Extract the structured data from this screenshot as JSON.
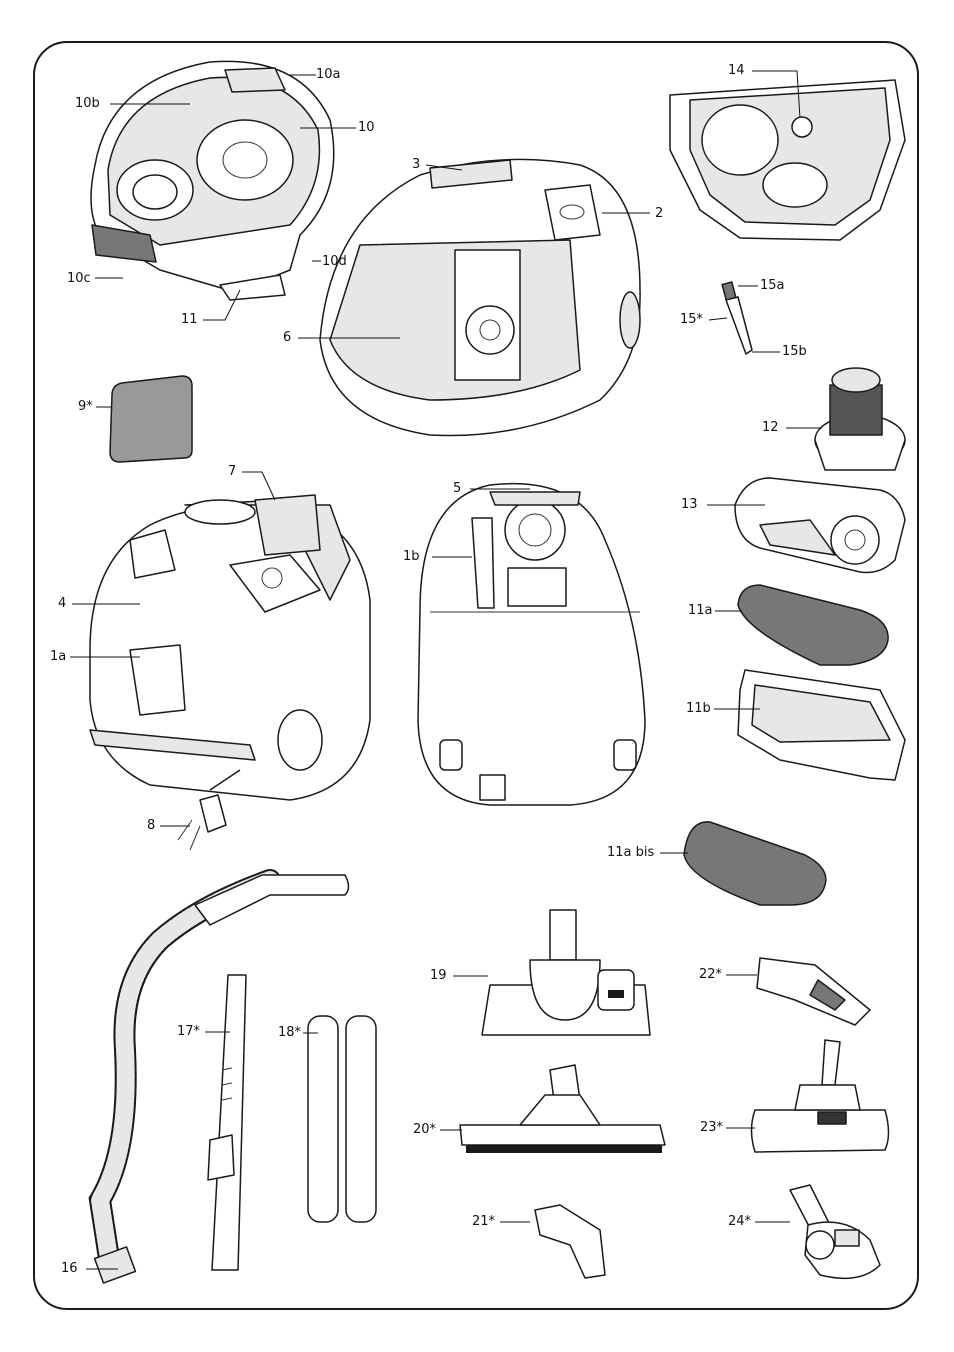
{
  "labels": {
    "l_10a": "10a",
    "l_10b": "10b",
    "l_10": "10",
    "l_10c": "10c",
    "l_10d": "10d",
    "l_11": "11",
    "l_3": "3",
    "l_2": "2",
    "l_6": "6",
    "l_14": "14",
    "l_15a": "15a",
    "l_15": "15*",
    "l_15b": "15b",
    "l_9": "9*",
    "l_12": "12",
    "l_7": "7",
    "l_5": "5",
    "l_13": "13",
    "l_1b": "1b",
    "l_4": "4",
    "l_11a": "11a",
    "l_1a": "1a",
    "l_11b": "11b",
    "l_8": "8",
    "l_11abis": "11a bis",
    "l_19": "19",
    "l_22": "22*",
    "l_17": "17*",
    "l_18": "18*",
    "l_20": "20*",
    "l_23": "23*",
    "l_21": "21*",
    "l_24": "24*",
    "l_16": "16"
  },
  "colors": {
    "outline": "#1a1a1a",
    "fill_light": "#e7e7e7",
    "fill_dark": "#777777",
    "background": "#ffffff"
  }
}
